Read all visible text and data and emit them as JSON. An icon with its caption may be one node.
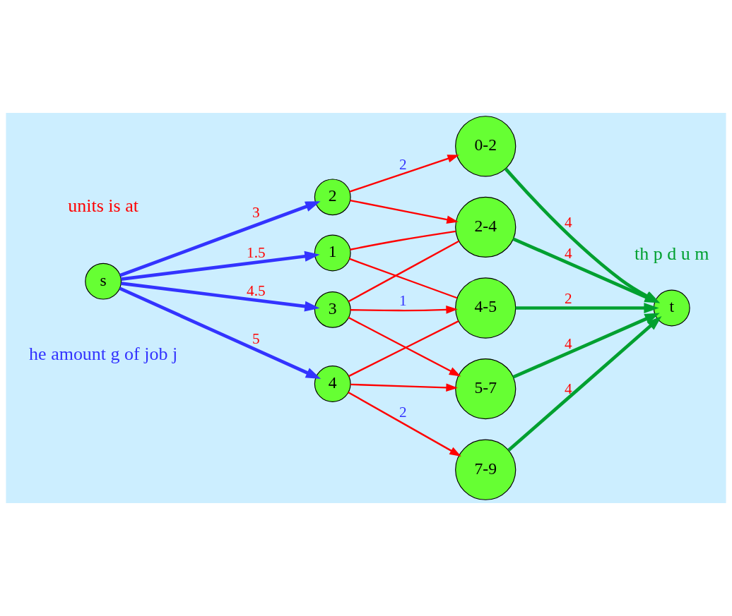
{
  "diagram": {
    "nodes": [
      {
        "text": [
          "s"
        ]
      },
      {
        "text": [
          "1"
        ]
      },
      {
        "text": [
          "2"
        ]
      },
      {
        "text": [
          "3"
        ]
      },
      {
        "text": [
          "4"
        ]
      },
      {
        "text": [
          "0-2"
        ]
      },
      {
        "text": [
          "2-4"
        ]
      },
      {
        "text": [
          "4-5"
        ]
      },
      {
        "text": [
          "5-7"
        ]
      },
      {
        "text": [
          "7-9"
        ]
      },
      {
        "text": [
          "t"
        ]
      }
    ],
    "edges": [
      {
        "from": 0,
        "to": 1,
        "arrow": "to",
        "label": "1.5",
        "style": "thick",
        "color": "#3333ff"
      },
      {
        "from": 0,
        "to": 2,
        "arrow": "to",
        "label": "3",
        "style": "thick",
        "color": "#3333ff"
      },
      {
        "from": 0,
        "to": 3,
        "arrow": "to",
        "label": "4.5",
        "style": "thick",
        "color": "#3333ff"
      },
      {
        "from": 0,
        "to": 4,
        "arrow": "to",
        "label": "5",
        "style": "thick",
        "color": "#3333ff"
      },
      {
        "from": 1,
        "to": 6,
        "arrow": "none"
      },
      {
        "from": 1,
        "to": 7,
        "arrow": "none"
      },
      {
        "from": 2,
        "to": 5,
        "arrow": "to",
        "label": "2"
      },
      {
        "from": 2,
        "to": 6,
        "arrow": "to"
      },
      {
        "from": 3,
        "to": 6,
        "arrow": "none"
      },
      {
        "from": 3,
        "to": 7,
        "arrow": "to",
        "label": "1"
      },
      {
        "from": 3,
        "to": 8,
        "arrow": "to"
      },
      {
        "from": 4,
        "to": 7,
        "arrow": "none"
      },
      {
        "from": 4,
        "to": 8,
        "arrow": "to"
      },
      {
        "from": 4,
        "to": 9,
        "arrow": "to",
        "label": "2"
      },
      {
        "from": 5,
        "to": 10,
        "arrow": "to",
        "label": "4",
        "style": "thick",
        "color": "#00a030"
      },
      {
        "from": 6,
        "to": 10,
        "arrow": "to",
        "label": "4",
        "style": "thick",
        "color": "#00a030"
      },
      {
        "from": 7,
        "to": 10,
        "arrow": "to",
        "label": "2",
        "style": "thick",
        "color": "#00a030"
      },
      {
        "from": 8,
        "to": 10,
        "arrow": "to",
        "label": "4",
        "style": "thick",
        "color": "#00a030"
      },
      {
        "from": 9,
        "to": 10,
        "arrow": "to",
        "label": "4",
        "style": "thick",
        "color": "#00a030"
      }
    ],
    "labels": [
      "units is at",
      "th p d u m",
      "he amount g of job j"
    ]
  }
}
